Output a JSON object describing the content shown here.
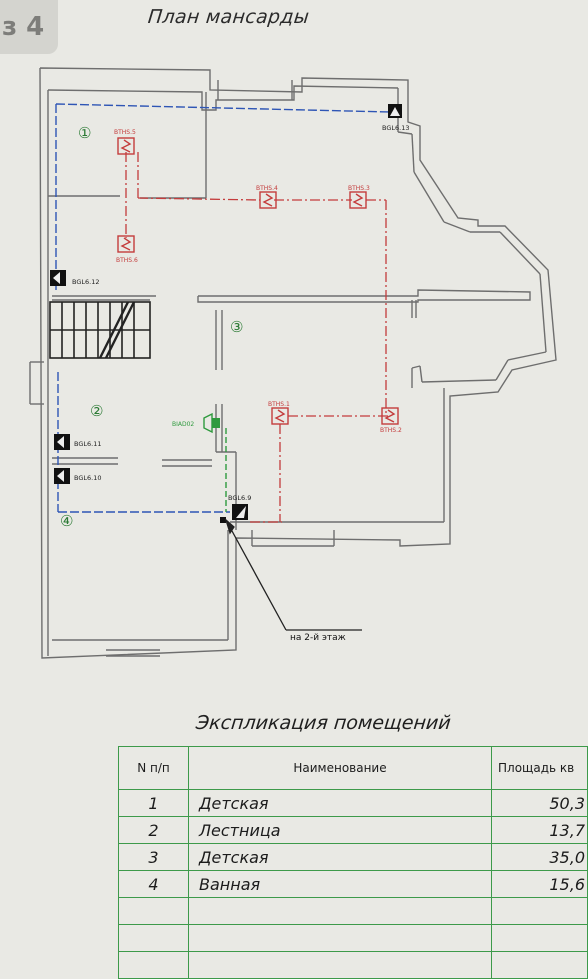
{
  "page_badge": "з 4",
  "plan": {
    "title": "План мансарды",
    "rooms": [
      "①",
      "②",
      "③",
      "④"
    ],
    "devices": {
      "bgl613": "BGL6.13",
      "bgl612": "BGL6.12",
      "bgl611": "BGL6.11",
      "bgl610": "BGL6.10",
      "bgl69": "BGL6.9",
      "bths5": "BTHS.5",
      "bths6": "BTHS.6",
      "bths4": "BTHS.4",
      "bths3": "BTHS.3",
      "bths1": "BTHS.1",
      "bths2": "BTHS.2",
      "biad02": "BIAD02"
    },
    "callout": "на 2-й этаж",
    "colors": {
      "wall": "#6e6e6e",
      "blue_line": "#2e55b5",
      "red_line": "#c43c3c",
      "green": "#2f9a3e"
    }
  },
  "explication": {
    "title": "Экспликация помещений",
    "headers": [
      "N п/п",
      "Наименование",
      "Площадь кв"
    ],
    "rows": [
      {
        "n": "1",
        "name": "Детская",
        "area": "50,3"
      },
      {
        "n": "2",
        "name": "Лестница",
        "area": "13,7"
      },
      {
        "n": "3",
        "name": "Детская",
        "area": "35,0"
      },
      {
        "n": "4",
        "name": "Ванная",
        "area": "15,6"
      },
      {
        "n": "",
        "name": "",
        "area": ""
      },
      {
        "n": "",
        "name": "",
        "area": ""
      },
      {
        "n": "",
        "name": "",
        "area": ""
      }
    ]
  }
}
